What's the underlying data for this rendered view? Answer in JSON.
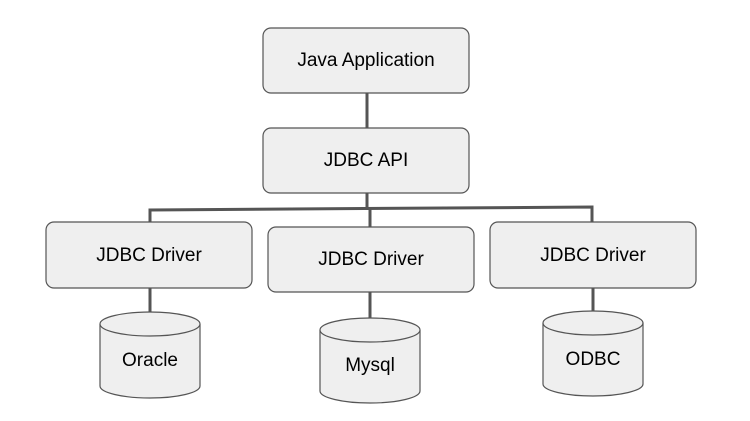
{
  "nodes": {
    "app": "Java Application",
    "api": "JDBC API",
    "drivers": [
      "JDBC Driver",
      "JDBC Driver",
      "JDBC Driver"
    ],
    "databases": [
      "Oracle",
      "Mysql",
      "ODBC"
    ]
  },
  "colors": {
    "box_fill": "#efefef",
    "stroke": "#555555",
    "text": "#000000"
  }
}
